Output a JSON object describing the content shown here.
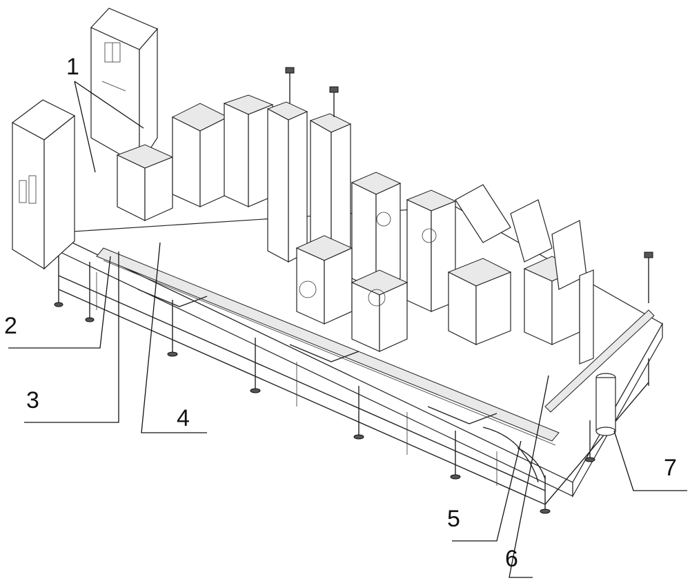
{
  "figure": {
    "callouts": [
      {
        "id": "callout-1",
        "label": "1"
      },
      {
        "id": "callout-2",
        "label": "2"
      },
      {
        "id": "callout-3",
        "label": "3"
      },
      {
        "id": "callout-4",
        "label": "4"
      },
      {
        "id": "callout-5",
        "label": "5"
      },
      {
        "id": "callout-6",
        "label": "6"
      },
      {
        "id": "callout-7",
        "label": "7"
      }
    ]
  }
}
